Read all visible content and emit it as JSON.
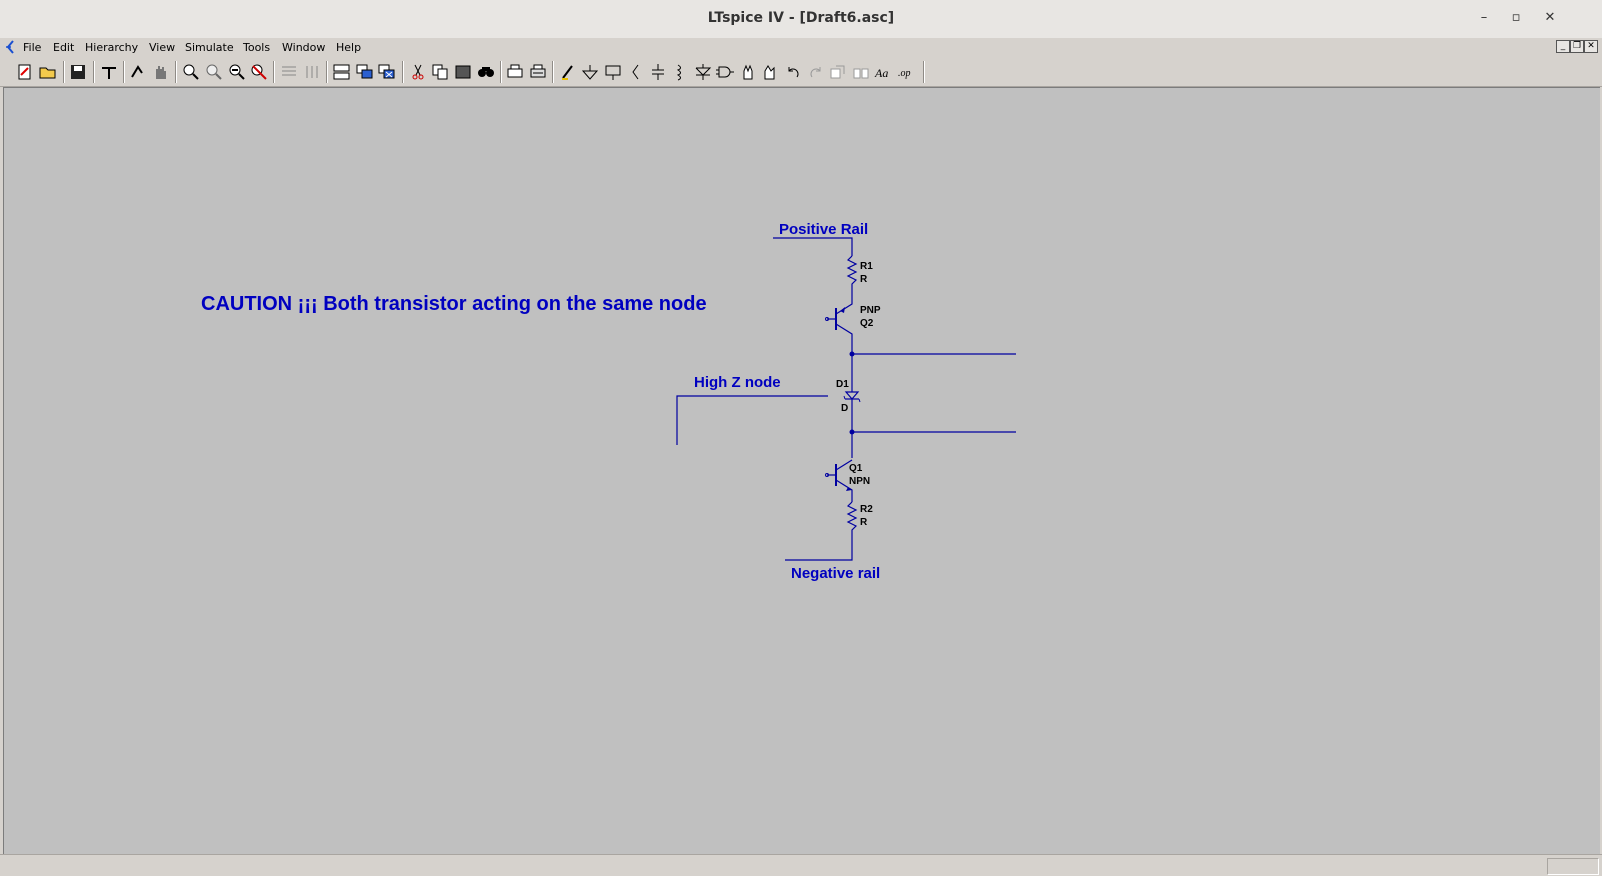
{
  "window": {
    "title": "LTspice IV - [Draft6.asc]",
    "controls": {
      "minimize": "–",
      "maximize": "▫",
      "close": "✕"
    }
  },
  "menu": {
    "items": [
      "File",
      "Edit",
      "Hierarchy",
      "View",
      "Simulate",
      "Tools",
      "Window",
      "Help"
    ]
  },
  "toolbar": {
    "buttons": [
      "new-schematic-icon",
      "open-icon",
      "save-icon",
      "control-panel-icon",
      "run-icon",
      "halt-icon",
      "zoom-in-icon",
      "zoom-full-icon",
      "zoom-out-icon",
      "zoom-cancel-icon",
      "autorange-x-icon",
      "autorange-y-icon",
      "tile-horizontal-icon",
      "cascade-icon",
      "close-windows-icon",
      "cut-icon",
      "copy-icon",
      "paste-icon",
      "find-icon",
      "print-setup-icon",
      "print-icon",
      "wire-icon",
      "ground-icon",
      "label-net-icon",
      "resistor-icon",
      "capacitor-icon",
      "inductor-icon",
      "diode-icon",
      "component-icon",
      "move-icon",
      "drag-icon",
      "undo-icon",
      "redo-icon",
      "rotate-icon",
      "mirror-icon",
      "text-icon",
      "spice-directive-icon"
    ]
  },
  "schematic": {
    "caution_text": "CAUTION ¡¡¡ Both transistor acting on the same node",
    "nets": {
      "positive_rail": "Positive Rail",
      "negative_rail": "Negative rail",
      "high_z_node": "High Z node"
    },
    "components": {
      "r1": {
        "ref": "R1",
        "value": "R"
      },
      "q2": {
        "model": "PNP",
        "ref": "Q2"
      },
      "d1": {
        "ref": "D1",
        "value": "D"
      },
      "q1": {
        "ref": "Q1",
        "model": "NPN"
      },
      "r2": {
        "ref": "R2",
        "value": "R"
      }
    }
  },
  "colors": {
    "wire": "#0000a0",
    "label": "#0000c0",
    "canvas": "#c0c0c0"
  }
}
